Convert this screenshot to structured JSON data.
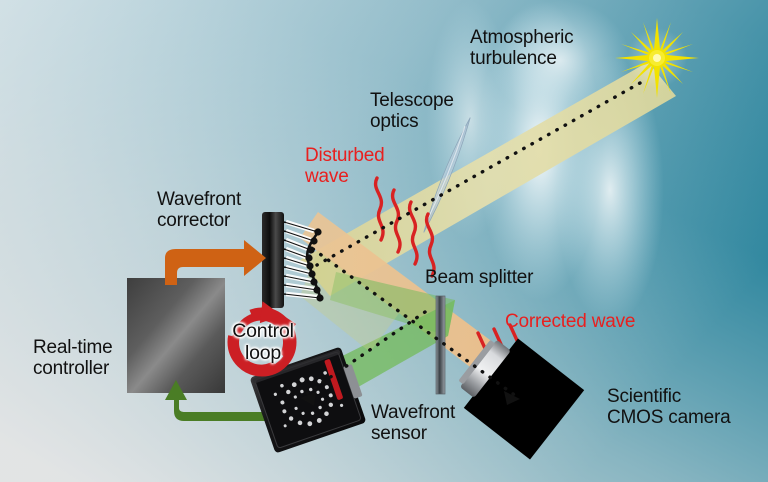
{
  "figure": {
    "title": "Adaptive optics system schematic",
    "background": {
      "top_left": "#b8d2dc",
      "top_right": "#1c7c96",
      "bottom_left": "#e2e2e2",
      "bottom_right": "#97c0cc"
    }
  },
  "labels": {
    "atmospheric_turbulence": "Atmospheric\nturbulence",
    "telescope_optics": "Telescope\noptics",
    "disturbed_wave": "Disturbed\nwave",
    "wavefront_corrector": "Wavefront\ncorrector",
    "real_time_controller": "Real-time\ncontroller",
    "control_loop": "Control\nloop",
    "wavefront_sensor": "Wavefront\nsensor",
    "beam_splitter": "Beam splitter",
    "corrected_wave": "Corrected wave",
    "scientific_cmos_camera": "Scientific\nCMOS camera"
  },
  "colors": {
    "red_label": "#e8201f",
    "black_label": "#111111",
    "star": "#f5e400",
    "beam_incoming": "#ddd79a",
    "beam_corrected": "#f0bf8a",
    "beam_sensor": "#74bb5e",
    "arrow_feedback_orange": "#cf6214",
    "arrow_feedback_green": "#4a7d25",
    "control_loop_ring": "#cc1f24",
    "wavefront_squiggle": "#d82222",
    "camera_body": "#000000",
    "camera_barrel": "#b9bcbf",
    "controller_body": "#5a5a5a",
    "mirror_body": "#1a1a1a",
    "beam_splitter_body": "#6d757b"
  },
  "components": {
    "star": {
      "name": "guide-star",
      "points": 12
    },
    "telescope_lens": {
      "name": "telescope-lens"
    },
    "deformable_mirror": {
      "name": "deformable-mirror",
      "actuator_count": 9
    },
    "beam_splitter": {
      "name": "beam-splitter-plate"
    },
    "wavefront_sensor": {
      "name": "wavefront-sensor-device"
    },
    "controller": {
      "name": "real-time-controller-box"
    },
    "camera": {
      "name": "scientific-cmos-camera-body"
    },
    "disturbed_wavefronts": {
      "count": 4,
      "shape": "wavy"
    },
    "corrected_wavefronts": {
      "count": 3,
      "shape": "straight"
    }
  }
}
